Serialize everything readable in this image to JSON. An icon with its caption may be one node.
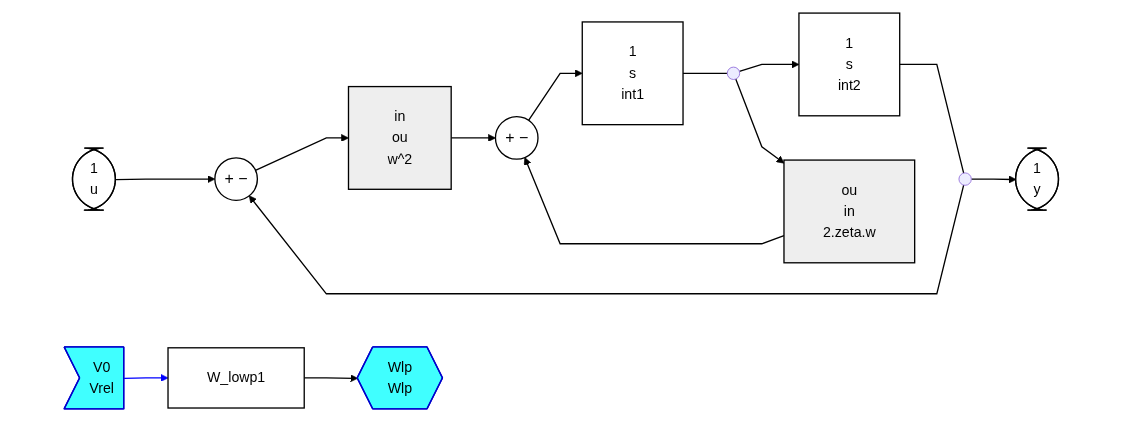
{
  "diagram": {
    "nodes": [
      {
        "text": [
          "1",
          "u"
        ]
      },
      {
        "text": [
          "+",
          "−"
        ]
      },
      {
        "text": [
          "in",
          "ou",
          "w^2"
        ]
      },
      {
        "text": [
          "+",
          "−"
        ]
      },
      {
        "text": [
          "1",
          "s",
          "int1"
        ]
      },
      {
        "text": [],
        "shape": "circle"
      },
      {
        "text": [
          "1",
          "s",
          "int2"
        ]
      },
      {
        "text": [],
        "shape": "circle"
      },
      {
        "text": [
          "1",
          "y"
        ]
      },
      {
        "text": [
          "ou",
          "in",
          "2.zeta.w"
        ]
      },
      {
        "text": [
          "V0",
          "Vrel"
        ]
      },
      {
        "text": [
          "W_lowp1"
        ]
      },
      {
        "text": [
          "Wlp",
          "Wlp"
        ]
      }
    ],
    "edges": [
      {
        "from": 0,
        "to": 1,
        "arrow": "to"
      },
      {
        "from": 1,
        "to": 2,
        "arrow": "to"
      },
      {
        "from": 2,
        "to": 3,
        "arrow": "to"
      },
      {
        "from": 3,
        "to": 4,
        "arrow": "to"
      },
      {
        "from": 4,
        "to": 5,
        "arrow": "none"
      },
      {
        "from": 5,
        "to": 6,
        "arrow": "to"
      },
      {
        "from": 6,
        "to": 7,
        "arrow": "none"
      },
      {
        "from": 7,
        "to": 8,
        "arrow": "to"
      },
      {
        "from": 7,
        "to": 1,
        "arrow": "to"
      },
      {
        "from": 5,
        "to": 9,
        "arrow": "to"
      },
      {
        "from": 9,
        "to": 3,
        "arrow": "to"
      },
      {
        "from": 10,
        "to": 11,
        "arrow": "to",
        "color": "#0000ff"
      },
      {
        "from": 11,
        "to": 12,
        "arrow": "to"
      }
    ]
  }
}
